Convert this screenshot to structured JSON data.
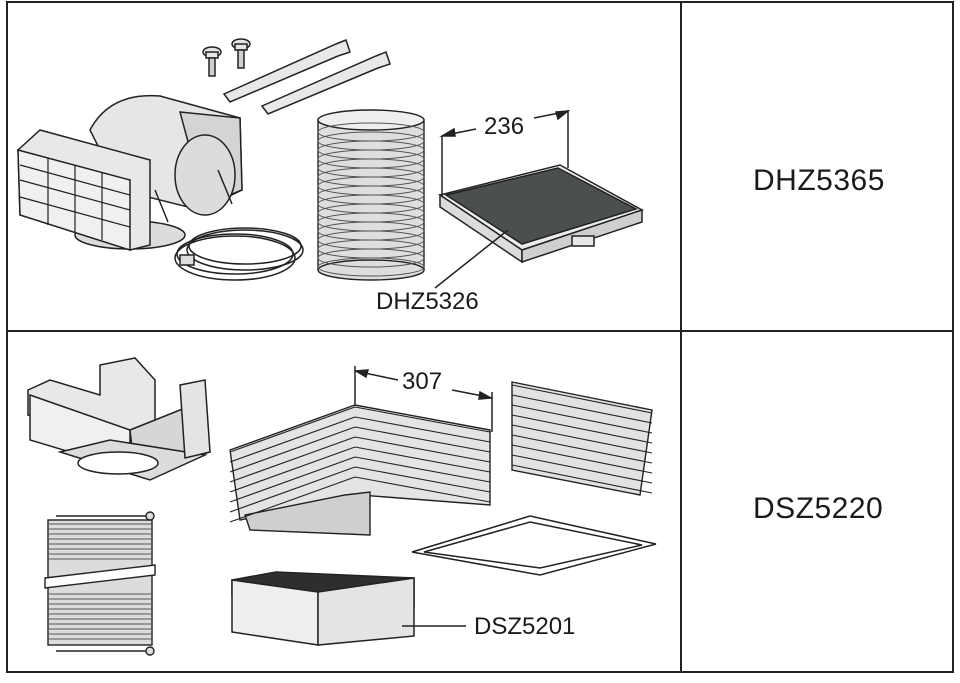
{
  "rows": [
    {
      "model": "DHZ5365",
      "filter_part": "DHZ5326",
      "dimension": "236"
    },
    {
      "model": "DSZ5220",
      "filter_part": "DSZ5201",
      "dimension": "307"
    }
  ],
  "colors": {
    "line": "#222222",
    "metal_light": "#e6e6e6",
    "metal_mid": "#cfcfcf",
    "metal_dark": "#a9a9a9",
    "filter_dark": "#4a4f4f"
  },
  "icons": {
    "row1": [
      "screw-icon",
      "bracket-icon",
      "diffuser-adapter-icon",
      "hose-clamp-icon",
      "flex-duct-icon",
      "carbon-filter-icon"
    ],
    "row2": [
      "mounting-frame-icon",
      "flex-duct-icon",
      "louvered-hood-icon",
      "grille-panel-icon",
      "filter-frame-icon",
      "filter-box-icon"
    ]
  }
}
